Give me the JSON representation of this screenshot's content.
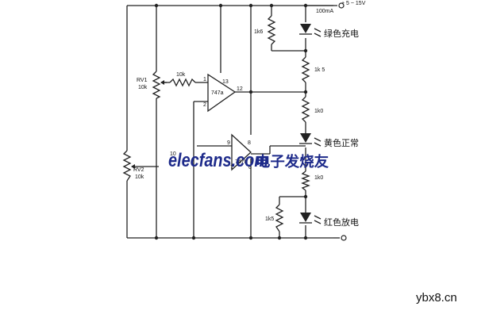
{
  "diagram": {
    "supply_label": "+ 5 ~ 15V",
    "current_label": "100mA",
    "resistors": {
      "r_led1": "1k6",
      "r_mid1": "1k 5",
      "r_mid2": "1k0",
      "r_low": "1k0",
      "r_led2": "1k5",
      "r_input": "10k"
    },
    "pots": {
      "rv1_name": "RV1",
      "rv1_value": "10k",
      "rv2_name": "RV2",
      "rv2_value": "10k"
    },
    "opamp": {
      "upper_model": "747a",
      "lower_model": "747b",
      "pin_13": "13",
      "pin_12": "12",
      "pin_1": "1",
      "pin_2": "2",
      "pin_9": "9",
      "pin_8": "8",
      "pin_10": "10",
      "pin_7": "7",
      "pin_6": "6"
    },
    "led_labels": {
      "green": "绿色充电",
      "yellow": "黄色正常",
      "red": "红色放电"
    }
  },
  "watermark": {
    "brand": "elecfans.com",
    "cn": "电子发烧友"
  },
  "footer": {
    "site": "ybx8.cn"
  }
}
